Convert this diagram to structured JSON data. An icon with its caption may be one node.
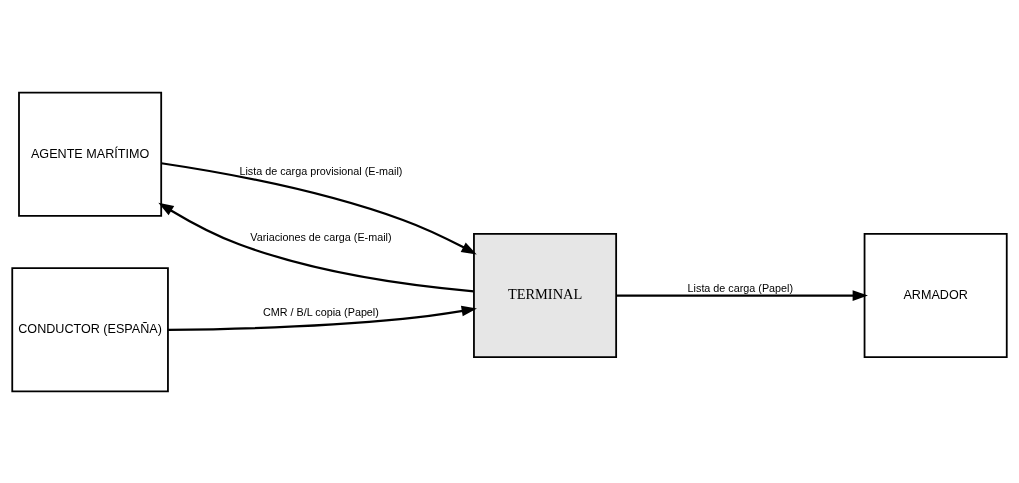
{
  "diagram": {
    "nodes": [
      {
        "text": [
          "AGENTE MARÍTIMO"
        ]
      },
      {
        "text": [
          "TERMINAL"
        ]
      },
      {
        "text": [
          "ARMADOR"
        ]
      },
      {
        "text": [
          "CONDUCTOR (ESPAÑA)"
        ]
      }
    ],
    "edges": [
      {
        "from": 0,
        "to": 1,
        "arrow": "to",
        "label": "Lista de carga provisional (E-mail)"
      },
      {
        "from": 1,
        "to": 0,
        "arrow": "to",
        "label": "Variaciones de carga (E-mail)"
      },
      {
        "from": 1,
        "to": 2,
        "arrow": "to",
        "label": "Lista de carga (Papel)"
      },
      {
        "from": 3,
        "to": 1,
        "arrow": "to",
        "label": "CMR / B/L copia (Papel)"
      }
    ]
  }
}
